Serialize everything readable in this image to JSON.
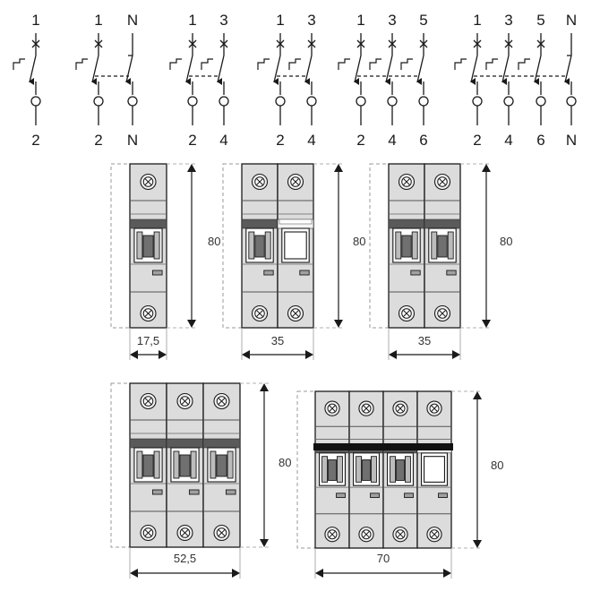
{
  "schematics": [
    {
      "top": [
        "1"
      ],
      "bottom": [
        "2"
      ]
    },
    {
      "top": [
        "1",
        "N"
      ],
      "bottom": [
        "2",
        "N"
      ]
    },
    {
      "top": [
        "1",
        "3"
      ],
      "bottom": [
        "2",
        "4"
      ]
    },
    {
      "top": [
        "1",
        "3"
      ],
      "bottom": [
        "2",
        "4"
      ]
    },
    {
      "top": [
        "1",
        "3",
        "5"
      ],
      "bottom": [
        "2",
        "4",
        "6"
      ]
    },
    {
      "top": [
        "1",
        "3",
        "5",
        "N"
      ],
      "bottom": [
        "2",
        "4",
        "6",
        "N"
      ]
    }
  ],
  "breakers": [
    {
      "poles": 1,
      "module_types": [
        "phase"
      ],
      "width_label": "17,5",
      "height_label": "80"
    },
    {
      "poles": 2,
      "module_types": [
        "phase",
        "neutral"
      ],
      "width_label": "35",
      "height_label": "80"
    },
    {
      "poles": 2,
      "module_types": [
        "phase",
        "phase"
      ],
      "width_label": "35",
      "height_label": "80"
    },
    {
      "poles": 3,
      "module_types": [
        "phase",
        "phase",
        "phase"
      ],
      "width_label": "52,5",
      "height_label": "80"
    },
    {
      "poles": 4,
      "module_types": [
        "phase",
        "phase",
        "phase",
        "neutral"
      ],
      "width_label": "70",
      "height_label": "80"
    }
  ]
}
